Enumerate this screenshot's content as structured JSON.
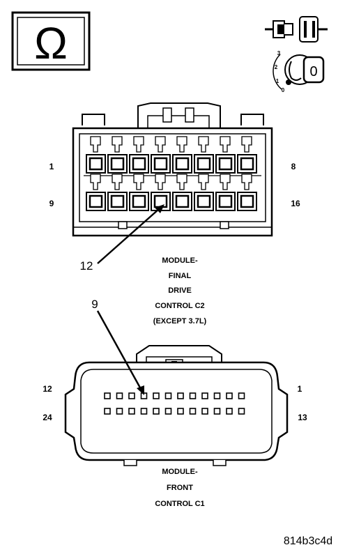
{
  "ohm_symbol": "Ω",
  "ignition_positions": [
    "3",
    "2",
    "1",
    "0"
  ],
  "ignition_key_label": "0",
  "connector_c2": {
    "pin_label_top_left": "1",
    "pin_label_top_right": "8",
    "pin_label_bottom_left": "9",
    "pin_label_bottom_right": "16",
    "callout": "12",
    "caption_lines": [
      "MODULE-",
      "FINAL",
      "DRIVE",
      "CONTROL C2",
      "(EXCEPT 3.7L)"
    ]
  },
  "connector_c1": {
    "pin_label_top_left": "12",
    "pin_label_top_right": "1",
    "pin_label_bottom_left": "24",
    "pin_label_bottom_right": "13",
    "callout": "9",
    "caption_lines": [
      "MODULE-",
      "FRONT",
      "CONTROL C1"
    ]
  },
  "figure_id": "814b3c4d",
  "icons": {
    "ohmmeter": "ohm-icon",
    "connector_disconnect": "connector-disconnect-icon",
    "ignition_switch": "ignition-off-icon"
  }
}
